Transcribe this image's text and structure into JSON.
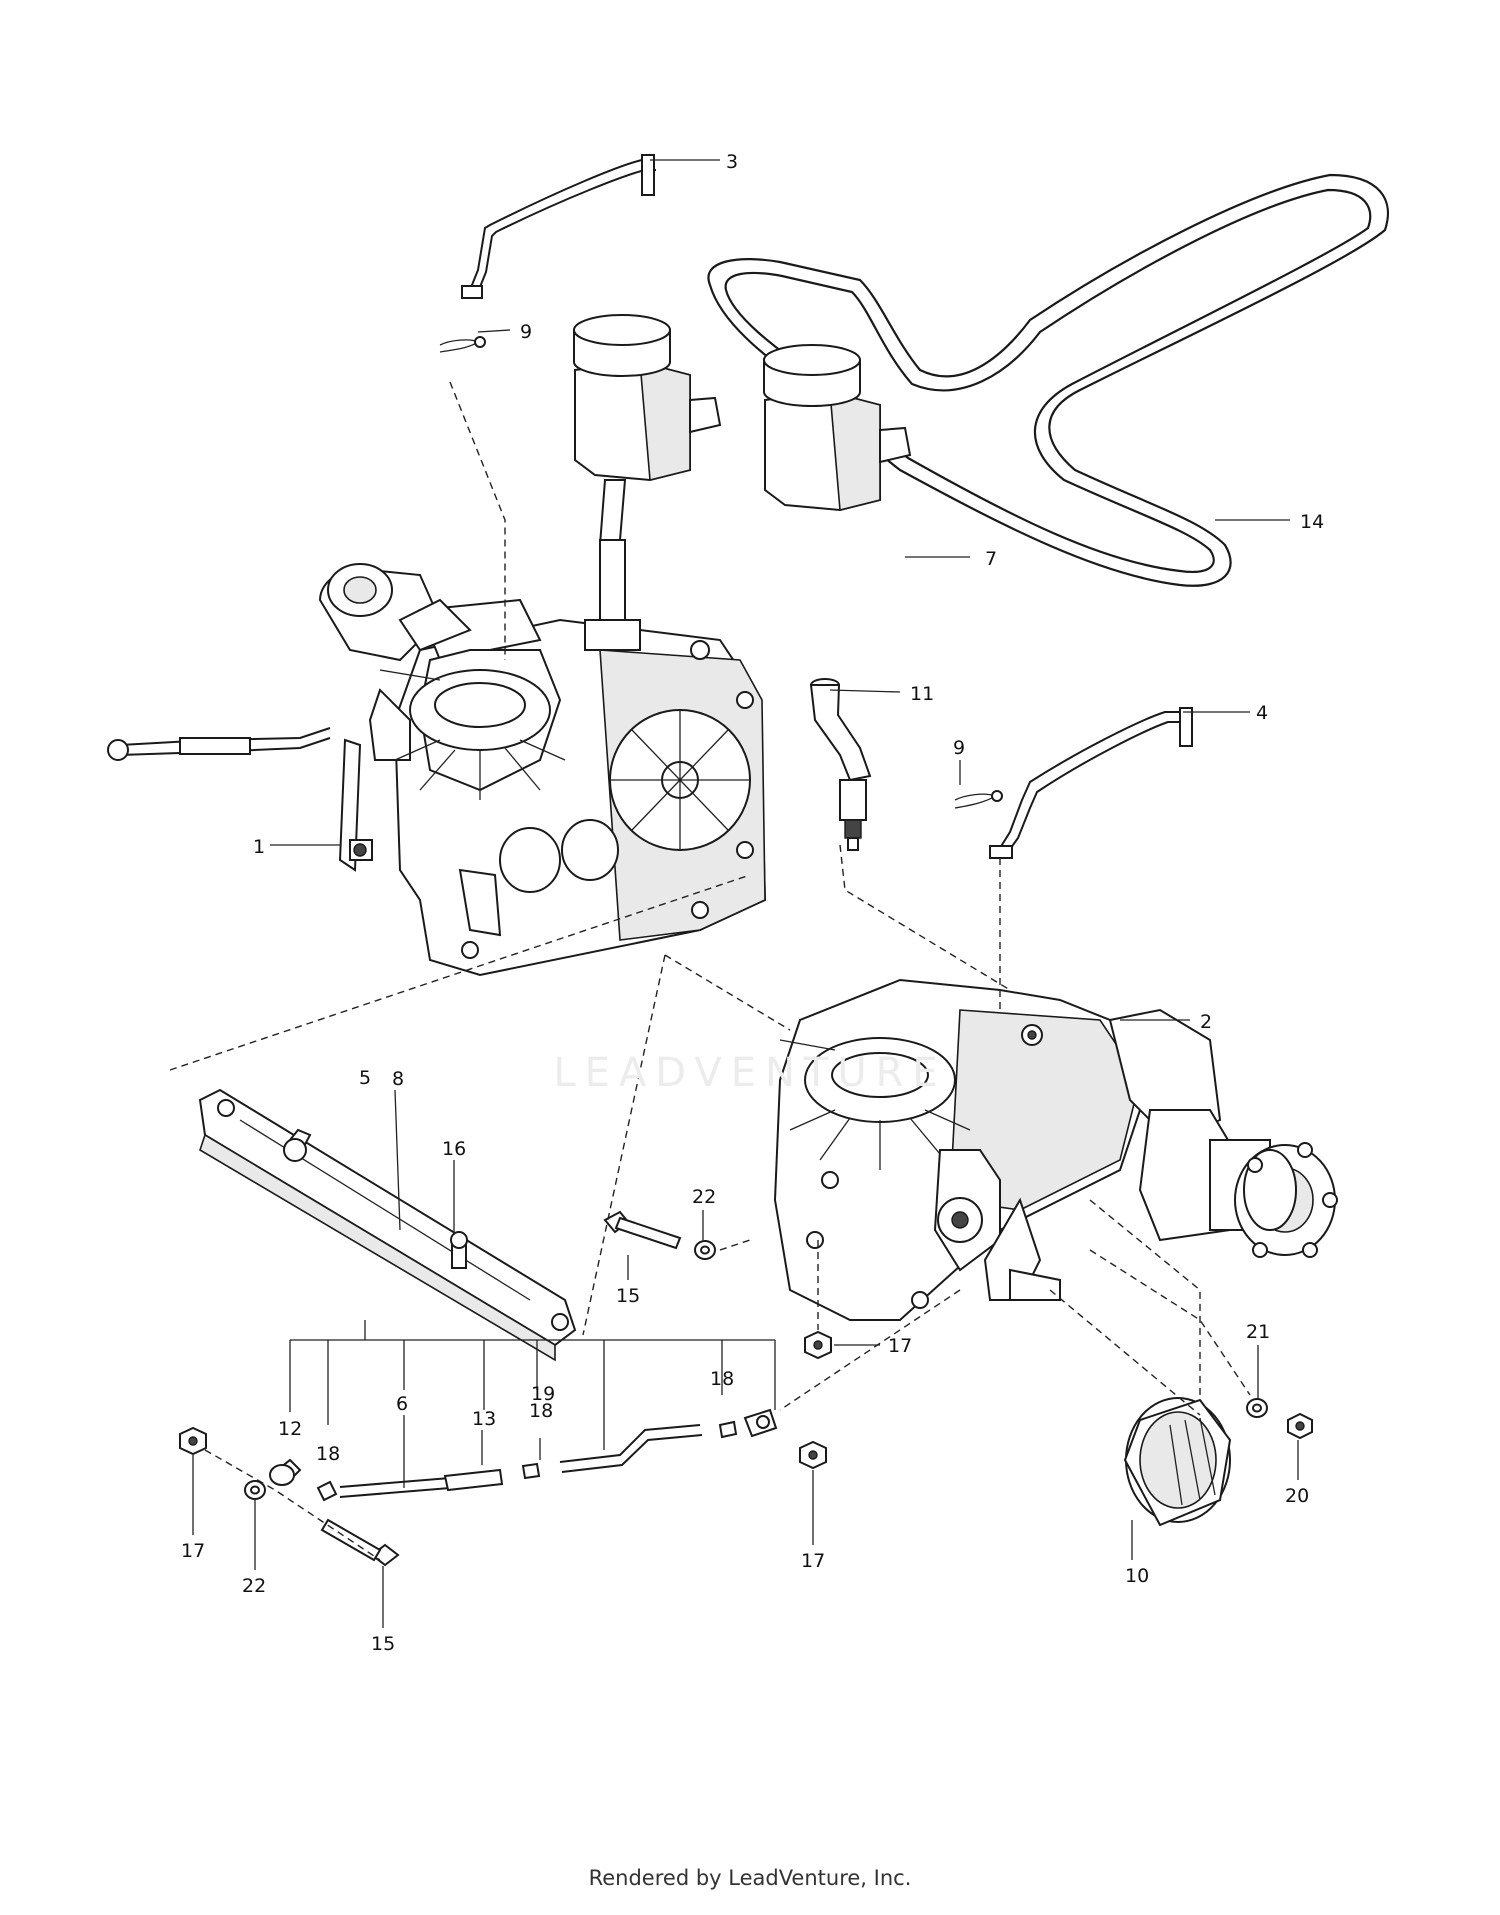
{
  "diagram": {
    "callouts": [
      "1",
      "2",
      "3",
      "4",
      "5",
      "6",
      "7",
      "8",
      "9",
      "9",
      "10",
      "11",
      "12",
      "13",
      "14",
      "15",
      "15",
      "16",
      "17",
      "17",
      "17",
      "18",
      "18",
      "18",
      "19",
      "20",
      "21",
      "22",
      "22"
    ]
  },
  "watermark": {
    "text": "LEADVENTURE"
  },
  "footer": {
    "text": "Rendered by LeadVenture, Inc."
  },
  "colors": {
    "line": "#1a1a1a",
    "background": "#ffffff",
    "watermark": "#ececec"
  }
}
